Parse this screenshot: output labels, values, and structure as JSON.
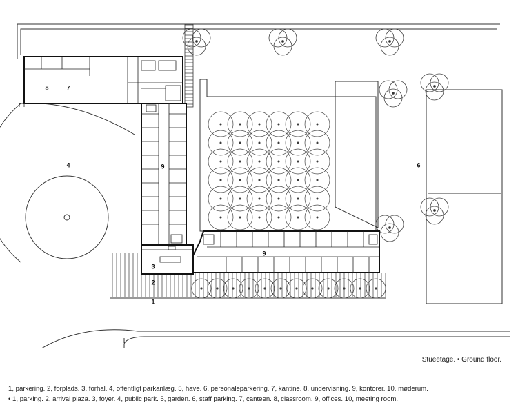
{
  "plan": {
    "labels": {
      "l1": "1",
      "l2": "2",
      "l3": "3",
      "l4": "4",
      "l6": "6",
      "l7": "7",
      "l8": "8",
      "l9a": "9",
      "l9b": "9"
    }
  },
  "subtitle": "Stueetage. • Ground floor.",
  "caption": {
    "danish": "1, parkering. 2, forplads. 3, forhal. 4, offentligt parkanlæg. 5, have. 6, personaleparkering. 7, kantine. 8, undervisning. 9, kontorer. 10. møderum.",
    "english": "• 1, parking. 2, arrival plaza. 3, foyer. 4, public park. 5, garden. 6, staff parking. 7, canteen. 8, classroom. 9, offices. 10, meeting room."
  }
}
